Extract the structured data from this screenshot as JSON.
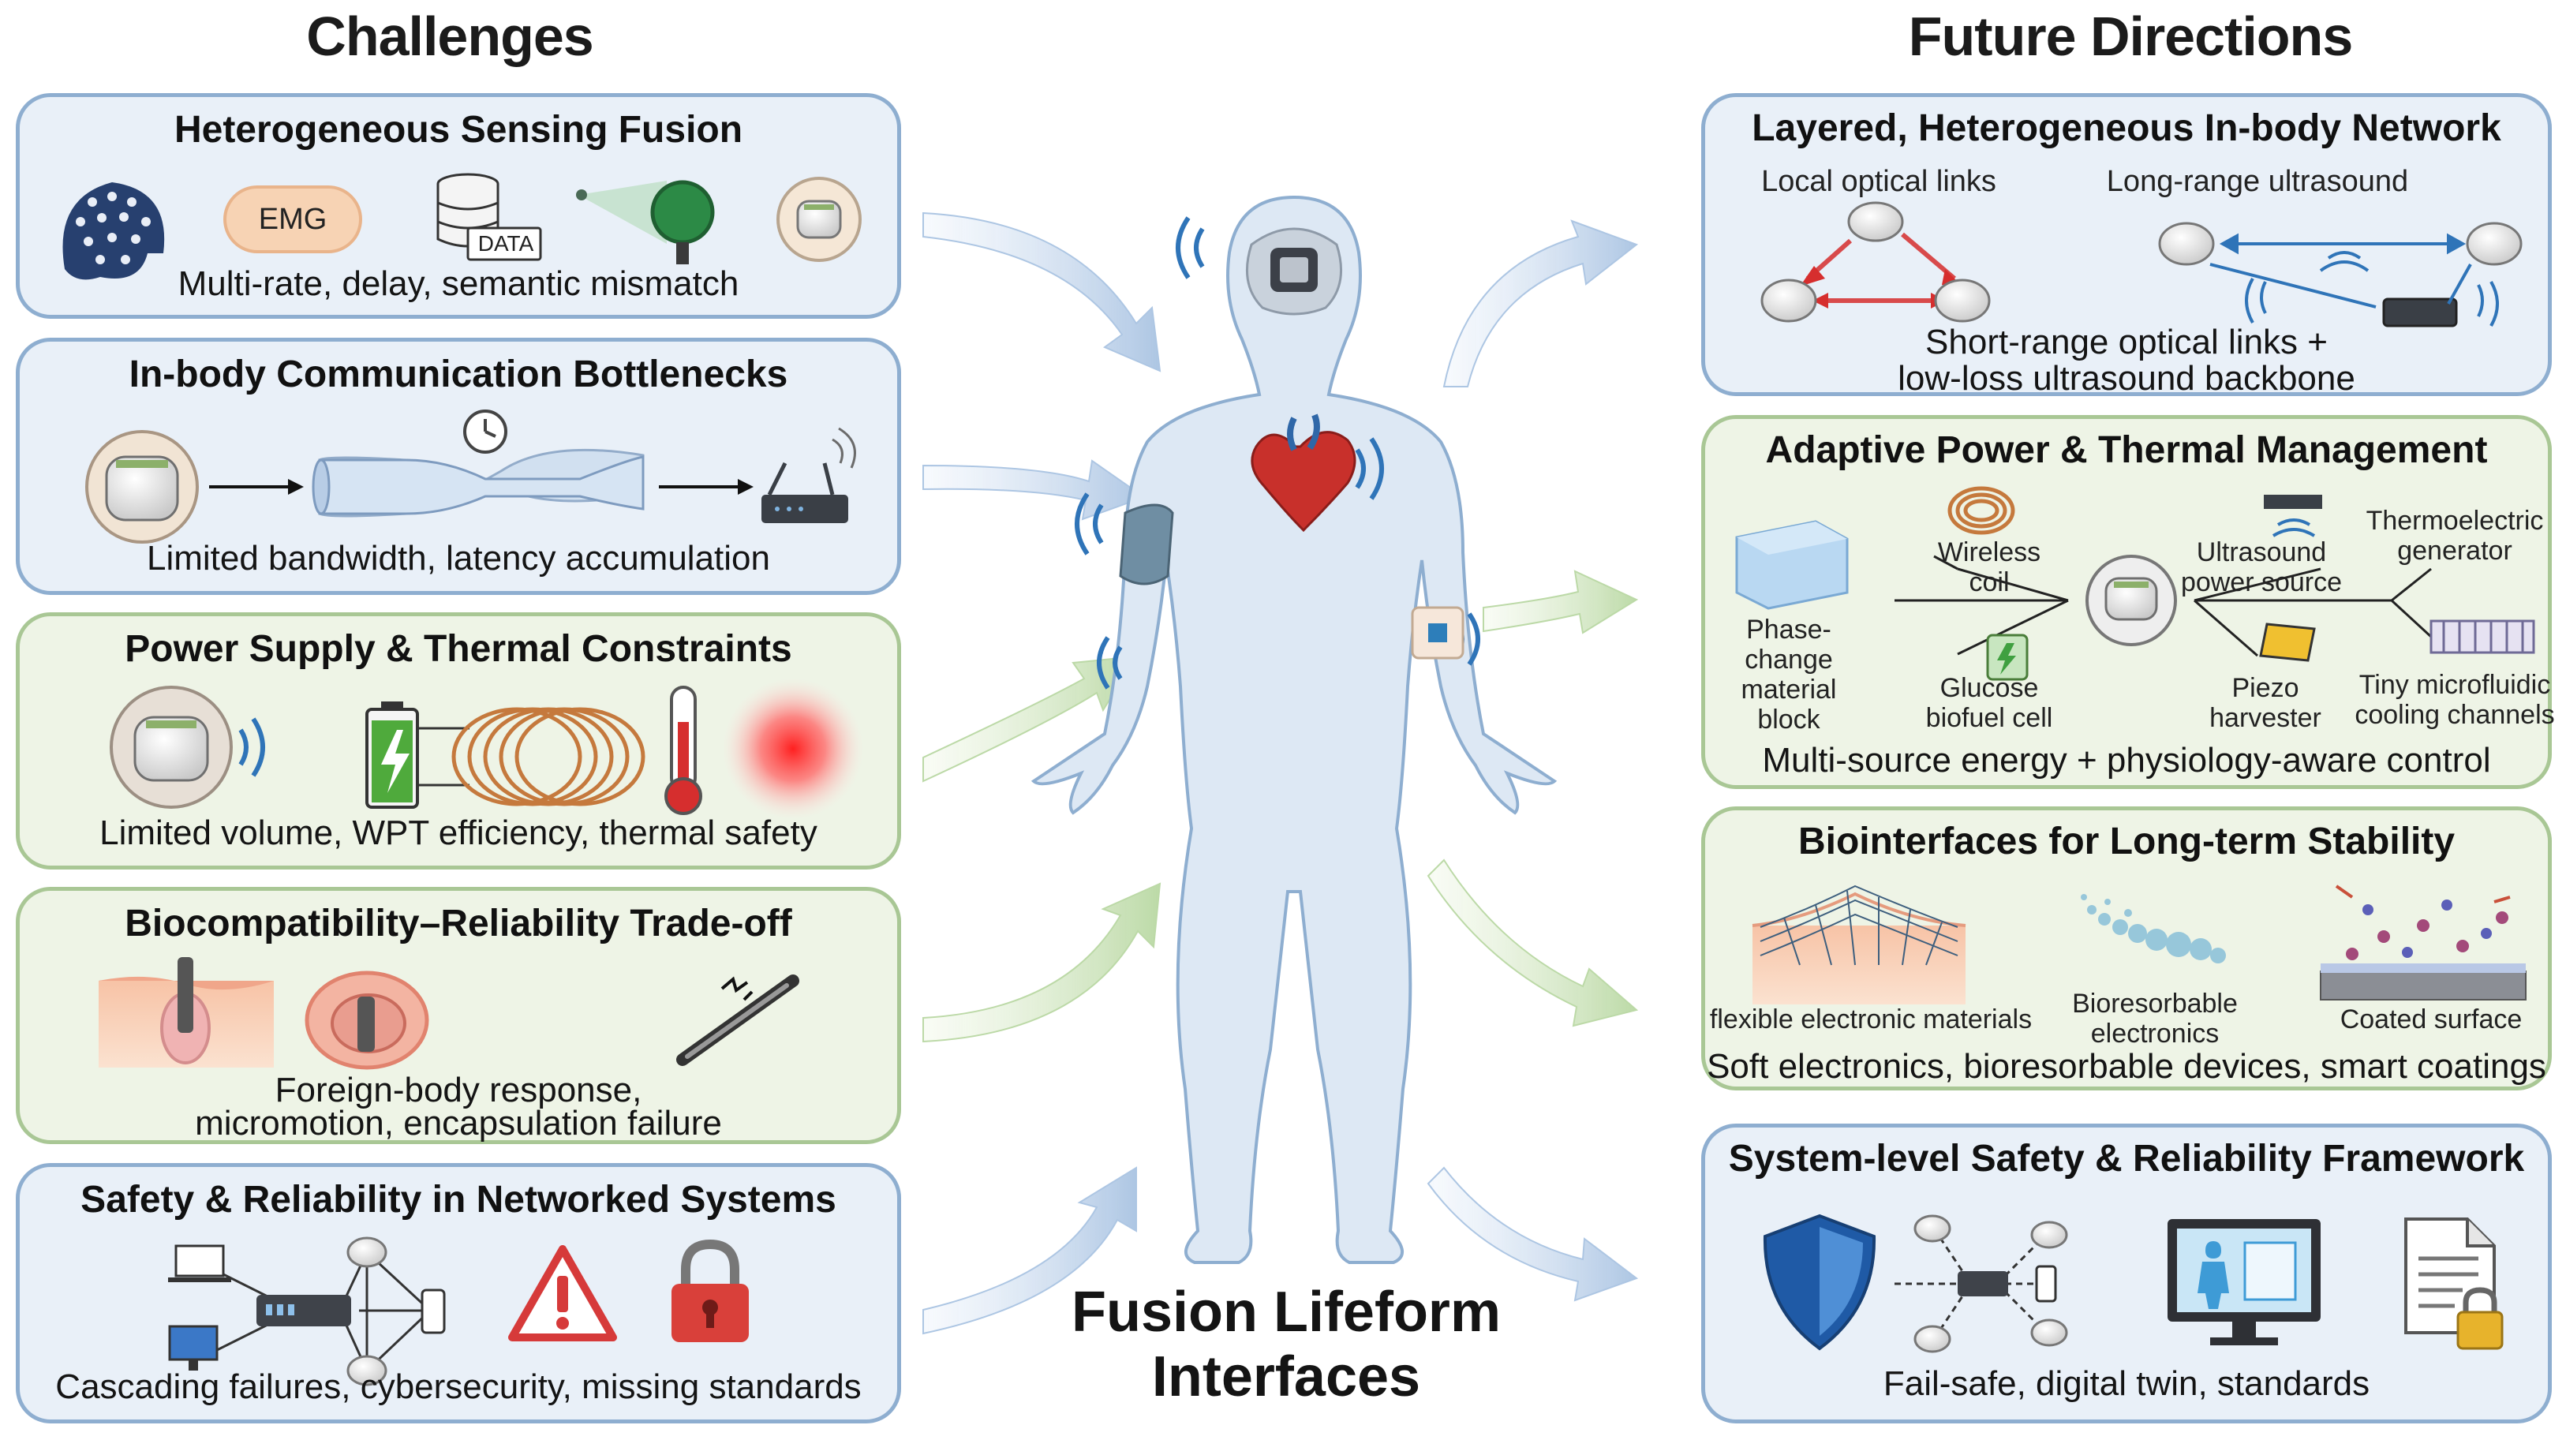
{
  "titles": {
    "challenges": "Challenges",
    "future": "Future Directions",
    "center_line1": "Fusion Lifeform",
    "center_line2": "Interfaces"
  },
  "challenges": [
    {
      "title": "Heterogeneous Sensing Fusion",
      "caption": "Multi-rate, delay, semantic mismatch",
      "emg": "EMG",
      "data": "DATA"
    },
    {
      "title": "In-body Communication Bottlenecks",
      "caption": "Limited bandwidth, latency accumulation"
    },
    {
      "title": "Power Supply & Thermal Constraints",
      "caption": "Limited volume, WPT efficiency, thermal safety"
    },
    {
      "title": "Biocompatibility–Reliability Trade-off",
      "caption_line1": "Foreign-body response,",
      "caption_line2": "micromotion, encapsulation failure"
    },
    {
      "title": "Safety & Reliability in Networked Systems",
      "caption": "Cascading failures, cybersecurity, missing standards"
    }
  ],
  "future": [
    {
      "title": "Layered, Heterogeneous In-body Network",
      "label_local": "Local optical links",
      "label_long": "Long-range ultrasound",
      "caption_line1": "Short-range optical links +",
      "caption_line2": "low-loss ultrasound backbone"
    },
    {
      "title": "Adaptive Power & Thermal Management",
      "labels": {
        "wireless_l1": "Wireless",
        "wireless_l2": "coil",
        "ultrasound_l1": "Ultrasound",
        "ultrasound_l2": "power source",
        "thermo_l1": "Thermoelectric",
        "thermo_l2": "generator",
        "pcm_l1": "Phase-change",
        "pcm_l2": "material",
        "pcm_l3": "block",
        "glucose_l1": "Glucose",
        "glucose_l2": "biofuel cell",
        "piezo_l1": "Piezo",
        "piezo_l2": "harvester",
        "micro_l1": "Tiny microfluidic",
        "micro_l2": "cooling channels"
      },
      "caption": "Multi-source energy + physiology-aware control"
    },
    {
      "title": "Biointerfaces for Long-term Stability",
      "label_flex": "flexible electronic materials",
      "label_bio_l1": "Bioresorbable",
      "label_bio_l2": "electronics",
      "label_coated": "Coated surface",
      "caption": "Soft electronics, bioresorbable devices, smart coatings"
    },
    {
      "title": "System-level Safety & Reliability Framework",
      "caption": "Fail-safe, digital twin, standards"
    }
  ],
  "colors": {
    "blue_panel": "#e9f0f8",
    "blue_border": "#8eaed0",
    "green_panel": "#eef4e6",
    "green_border": "#a9c795",
    "body": "#dde8f4",
    "wave": "#2f74b8",
    "alert": "#d63a3a"
  }
}
